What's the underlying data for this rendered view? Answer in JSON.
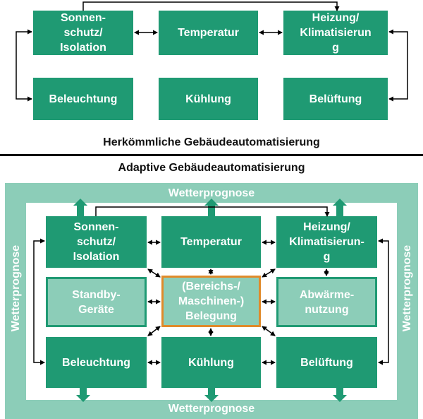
{
  "top_diagram": {
    "boxes": {
      "sonnenschutz": "Sonnen-\nschutz/\nIsolation",
      "temperatur": "Temperatur",
      "heizung": "Heizung/\nKlimatisierun\ng",
      "beleuchtung": "Beleuchtung",
      "kuehlung": "Kühlung",
      "belueftung": "Belüftung"
    },
    "caption": "Herkömmliche Gebäudeautomatisierung"
  },
  "bottom_diagram": {
    "caption": "Adaptive Gebäudeautomatisierung",
    "weather_labels": {
      "top": "Wetterprognose",
      "bottom": "Wetterprognose",
      "left": "Wetterprognose",
      "right": "Wetterprognose"
    },
    "boxes": {
      "sonnenschutz": "Sonnen-\nschutz/\nIsolation",
      "temperatur": "Temperatur",
      "heizung": "Heizung/\nKlimatisierun-\ng",
      "standby": "Standby-\nGeräte",
      "belegung": "(Bereichs-/\nMaschinen-)\nBelegung",
      "abwaerme": "Abwärme-\nnutzung",
      "beleuchtung": "Beleuchtung",
      "kuehlung": "Kühlung",
      "belueftung": "Belüftung"
    }
  },
  "colors": {
    "box_dark": "#1f9a73",
    "box_light": "#8ccdb8",
    "center_border": "#e08a2a",
    "frame": "#8ccdb8"
  }
}
